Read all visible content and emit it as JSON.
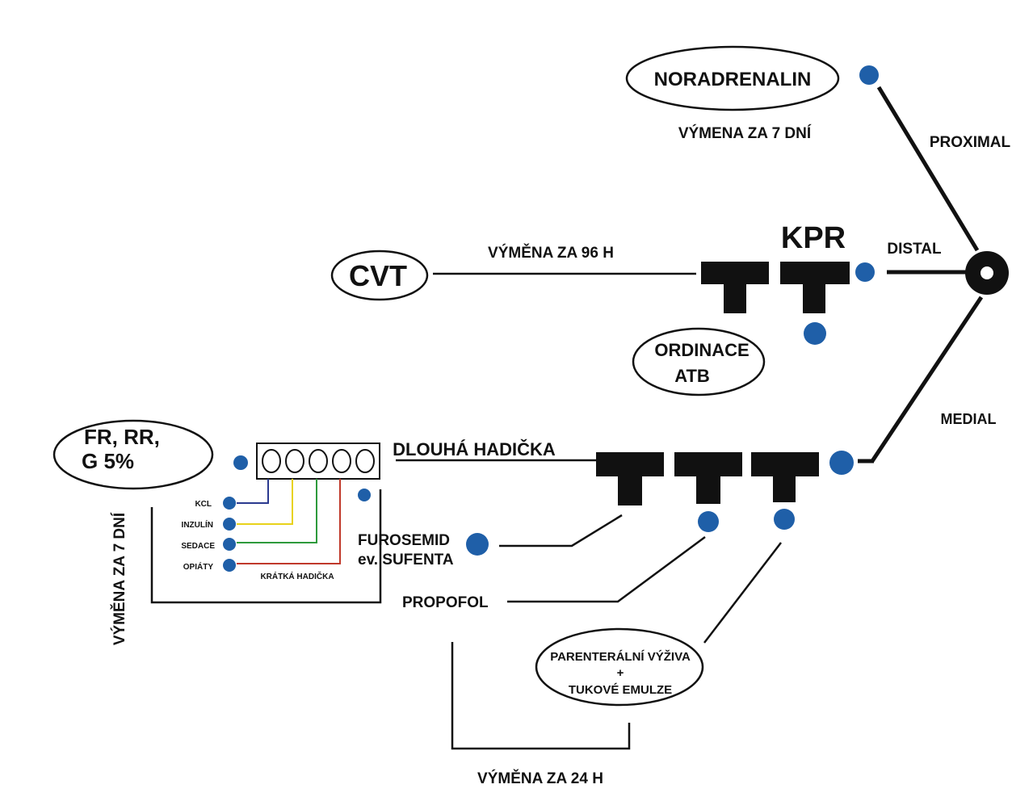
{
  "labels": {
    "noradrenalin": "NORADRENALIN",
    "vymena_7_top": "VÝMENA ZA 7 DNÍ",
    "proximal": "PROXIMAL",
    "kpr": "KPR",
    "distal": "DISTAL",
    "cvt": "CVT",
    "vymena_96": "VÝMĚNA ZA 96 H",
    "ordinace_line1": "ORDINACE",
    "ordinace_line2": "ATB",
    "medial": "MEDIAL",
    "fr_line1": "FR, RR,",
    "fr_line2": "G 5%",
    "dlouha": "DLOUHÁ HADIČKA",
    "kcl": "KCL",
    "inzulin": "INZULÍN",
    "sedace": "SEDACE",
    "opiaty": "OPIÁTY",
    "kratka": "KRÁTKÁ HADIČKA",
    "furosemid_line1": "FUROSEMID",
    "furosemid_line2": "ev. SUFENTA",
    "propofol": "PROPOFOL",
    "vymena_7_left": "VÝMĚNA ZA 7 DNÍ",
    "parenteral_line1": "PARENTERÁLNÍ VÝŽIVA",
    "parenteral_line2": "+",
    "parenteral_line3": "TUKOVÉ EMULZE",
    "vymena_24": "VÝMĚNA ZA 24 H"
  },
  "colors": {
    "port": "#1f5fa8",
    "kcl_line": "#2b3a8f",
    "inzulin_line": "#e8d21a",
    "sedace_line": "#2e9a3c",
    "opiaty_line": "#c0392b",
    "ink": "#111111"
  }
}
